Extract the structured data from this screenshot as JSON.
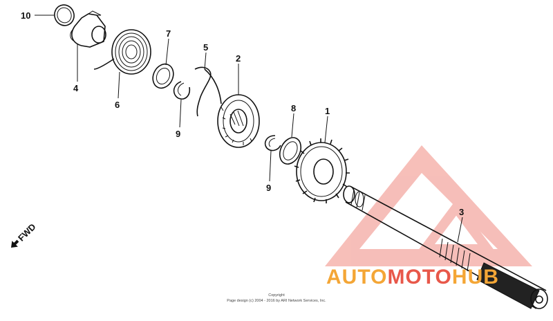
{
  "diagram": {
    "callouts": [
      {
        "id": "10",
        "label": "10"
      },
      {
        "id": "4",
        "label": "4"
      },
      {
        "id": "6",
        "label": "6"
      },
      {
        "id": "7",
        "label": "7"
      },
      {
        "id": "9a",
        "label": "9"
      },
      {
        "id": "5",
        "label": "5"
      },
      {
        "id": "2",
        "label": "2"
      },
      {
        "id": "8",
        "label": "8"
      },
      {
        "id": "9b",
        "label": "9"
      },
      {
        "id": "1",
        "label": "1"
      },
      {
        "id": "3",
        "label": "3"
      }
    ],
    "direction_label": "FWD",
    "copyright_line1": "Copyright",
    "copyright_line2": "Page design (c) 2004 - 2016 by ARI Network Services, Inc."
  },
  "watermark": {
    "text_part1": "AUTO",
    "text_part2": "MOTO",
    "text_part3": "HUB",
    "color_red": "#e8584a",
    "color_orange": "#f4a636",
    "color_dark": "#555555"
  }
}
